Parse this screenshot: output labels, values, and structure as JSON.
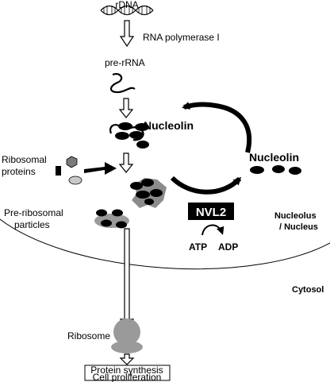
{
  "labels": {
    "rdna": "rDNA",
    "rna_polymerase": "RNA polymerase I",
    "pre_rrna": "pre-rRNA",
    "nucleolin_top": "Nucleolin",
    "nucleolin_right": "Nucleolin",
    "ribosomal_proteins_line1": "Ribosomal",
    "ribosomal_proteins_line2": "proteins",
    "pre_ribosomal_line1": "Pre-ribosomal",
    "pre_ribosomal_line2": "particles",
    "nvl2": "NVL2",
    "atp": "ATP",
    "adp": "ADP",
    "nucleolus_line1": "Nucleolus",
    "nucleolus_line2": "/ Nucleus",
    "cytosol": "Cytosol",
    "ribosome": "Ribosome",
    "outcome_line1": "Protein synthesis",
    "outcome_line2": "Cell proliferation"
  },
  "colors": {
    "black": "#000000",
    "gray_particle": "#8c8c8c",
    "light_gray_particle": "#c8c8c8",
    "ribosome_gray": "#9a9a9a",
    "nvl2_text": "#ffffff"
  }
}
